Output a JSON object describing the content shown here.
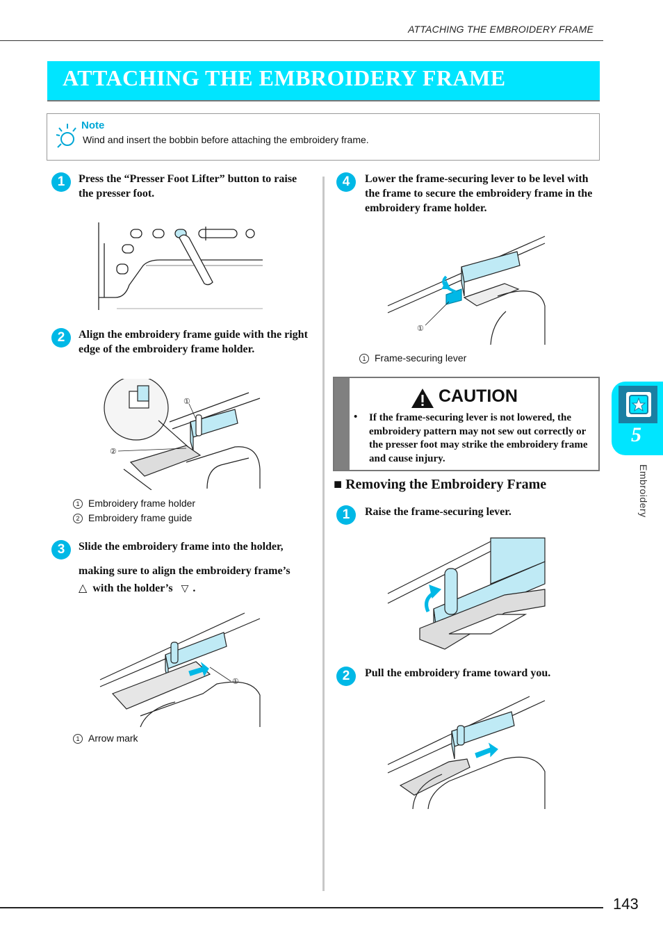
{
  "header": {
    "running_title": "ATTACHING THE EMBROIDERY FRAME"
  },
  "title": "ATTACHING THE EMBROIDERY FRAME",
  "note": {
    "label": "Note",
    "text": "Wind and insert the bobbin before attaching the embroidery frame."
  },
  "left_steps": [
    {
      "num": "1",
      "text": "Press the “Presser Foot Lifter” button to raise the presser foot."
    },
    {
      "num": "2",
      "text": "Align the embroidery frame guide with the right edge of the embroidery frame holder."
    },
    {
      "num": "3",
      "text_line1": "Slide the embroidery frame into the holder,",
      "text_line2": "making sure to align the embroidery frame’s",
      "text_line3a": "with the holder’s",
      "text_line3b": "."
    }
  ],
  "step2_legend": [
    {
      "n": "1",
      "text": "Embroidery frame holder"
    },
    {
      "n": "2",
      "text": "Embroidery frame guide"
    }
  ],
  "step3_legend": [
    {
      "n": "1",
      "text": "Arrow mark"
    }
  ],
  "right_steps": [
    {
      "num": "4",
      "text": "Lower the frame-securing lever to be level with the frame to secure the embroidery frame in the embroidery frame holder."
    }
  ],
  "step4_legend": [
    {
      "n": "1",
      "text": "Frame-securing lever"
    }
  ],
  "caution": {
    "title": "CAUTION",
    "bullet": "•",
    "text": "If the frame-securing lever is not lowered, the embroidery pattern may not sew out correctly or the presser foot may strike the embroidery frame and cause injury."
  },
  "removing": {
    "heading_marker": "■",
    "heading": "Removing the Embroidery Frame",
    "steps": [
      {
        "num": "1",
        "text": "Raise the frame-securing lever."
      },
      {
        "num": "2",
        "text": "Pull the embroidery frame toward you."
      }
    ]
  },
  "chapter": {
    "number": "5",
    "label": "Embroidery"
  },
  "page_number": "143",
  "colors": {
    "accent": "#00e5ff",
    "step_circle": "#00b8e6",
    "note_label": "#00a7d6",
    "part_fill": "#bfeaf5"
  }
}
